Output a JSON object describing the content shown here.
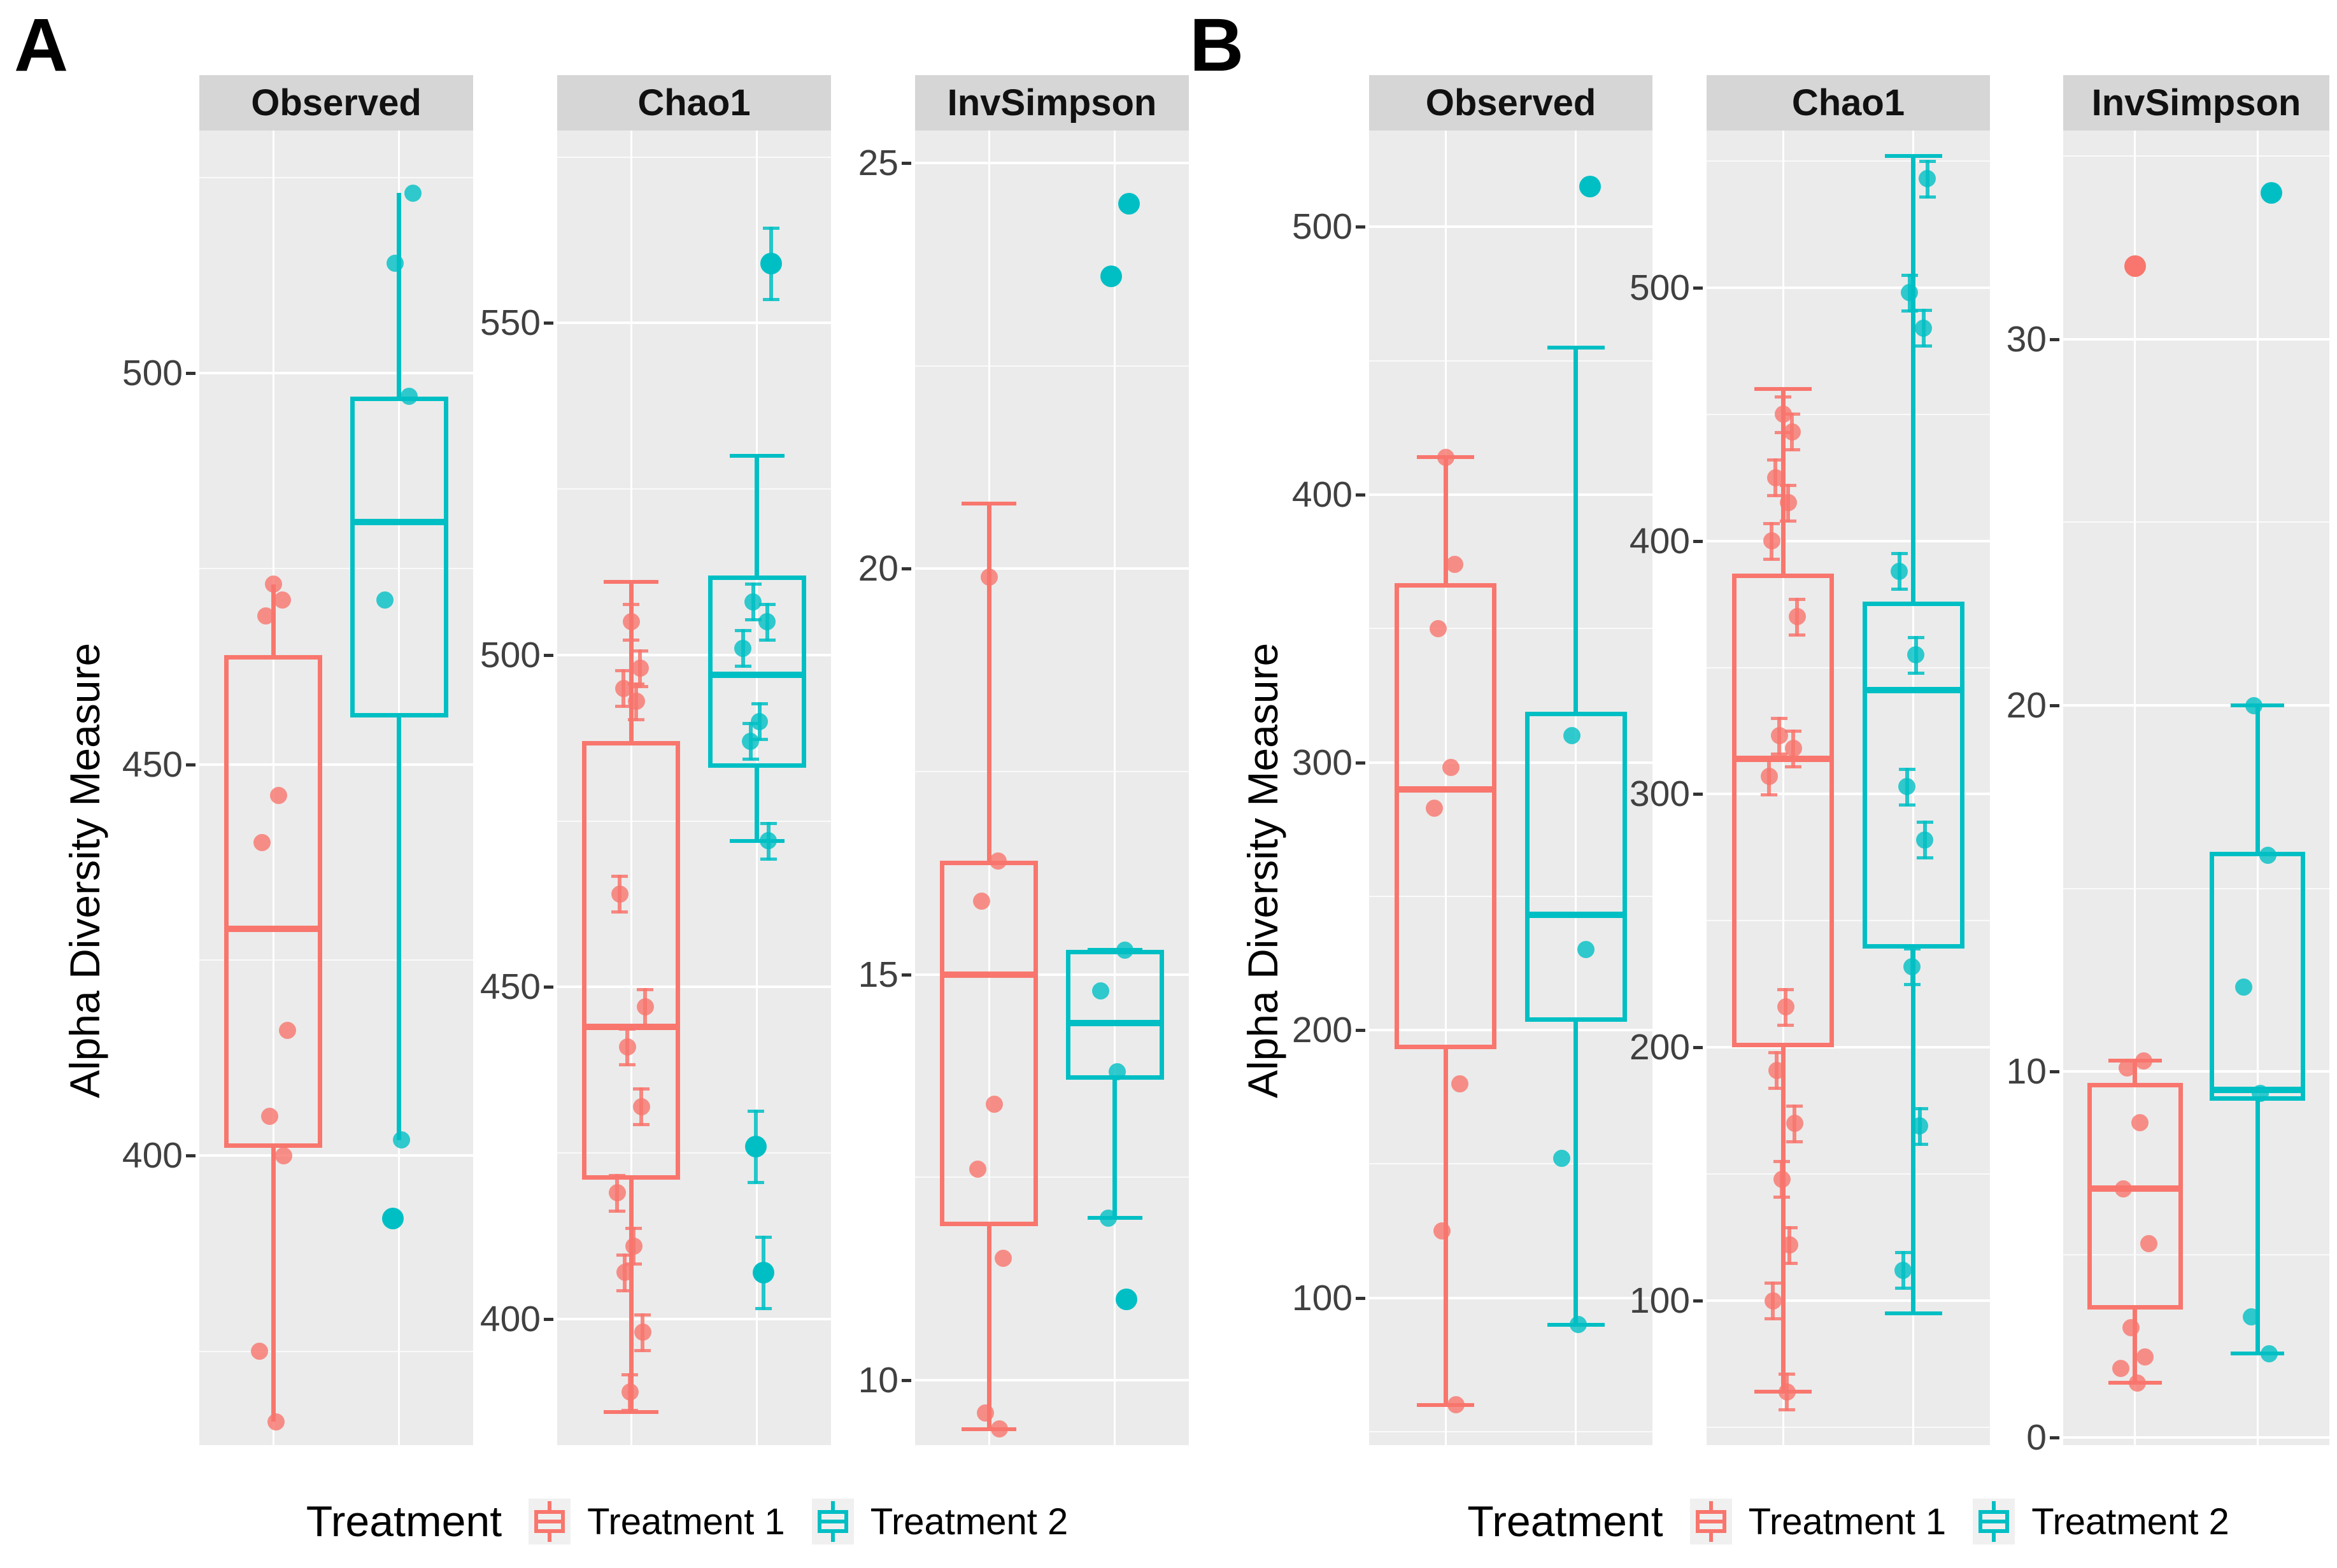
{
  "panels": {
    "a_label": "A",
    "b_label": "B"
  },
  "axis": {
    "y_title": "Alpha Diversity Measure"
  },
  "legend": {
    "title": "Treatment",
    "items": [
      {
        "label": "Treatment 1",
        "color": "#F8766D"
      },
      {
        "label": "Treatment 2",
        "color": "#00BFC4"
      }
    ]
  },
  "colors": {
    "treatment1": "#F8766D",
    "treatment2": "#00BFC4",
    "panel_bg": "#EBEBEB",
    "strip_bg": "#D6D6D6",
    "grid": "#FFFFFF",
    "tick_text": "#404040"
  },
  "chart_data": [
    {
      "type": "boxplot-facets",
      "panel": "A",
      "ylabel": "Alpha Diversity Measure",
      "legend_position": "bottom",
      "grid": true,
      "facets": [
        {
          "title": "Observed",
          "ylim": [
            363,
            531
          ],
          "ticks": [
            400,
            450,
            500
          ],
          "error_bars": false,
          "staples": false,
          "groups": [
            {
              "name": "Treatment 1",
              "color": "#F8766D",
              "box": {
                "q1": 401,
                "median": 429,
                "q3": 464,
                "whisker_low": 366,
                "whisker_high": 473
              },
              "points": [
                473,
                471,
                469,
                446,
                440,
                416,
                405,
                400,
                375,
                366
              ]
            },
            {
              "name": "Treatment 2",
              "color": "#00BFC4",
              "box": {
                "q1": 456,
                "median": 481,
                "q3": 497,
                "whisker_low": 402,
                "whisker_high": 523
              },
              "points": [
                523,
                514,
                497,
                471,
                402,
                392
              ]
            }
          ]
        },
        {
          "title": "Chao1",
          "ylim": [
            381,
            579
          ],
          "ticks": [
            400,
            450,
            500,
            550
          ],
          "error_bars": true,
          "staples": true,
          "groups": [
            {
              "name": "Treatment 1",
              "color": "#F8766D",
              "box": {
                "q1": 421,
                "median": 444,
                "q3": 487,
                "whisker_low": 386,
                "whisker_high": 511
              },
              "points": [
                505,
                498,
                495,
                493,
                464,
                447,
                441,
                432,
                419,
                411,
                407,
                398,
                389
              ]
            },
            {
              "name": "Treatment 2",
              "color": "#00BFC4",
              "box": {
                "q1": 483,
                "median": 497,
                "q3": 512,
                "whisker_low": 472,
                "whisker_high": 530
              },
              "points": [
                559,
                508,
                505,
                501,
                490,
                487,
                472,
                426,
                407
              ]
            }
          ]
        },
        {
          "title": "InvSimpson",
          "ylim": [
            9.2,
            25.4
          ],
          "ticks": [
            10,
            15,
            20,
            25
          ],
          "error_bars": false,
          "staples": true,
          "groups": [
            {
              "name": "Treatment 1",
              "color": "#F8766D",
              "box": {
                "q1": 11.9,
                "median": 15.0,
                "q3": 16.4,
                "whisker_low": 9.4,
                "whisker_high": 20.8
              },
              "points": [
                19.9,
                16.4,
                15.9,
                13.4,
                12.6,
                11.5,
                9.6,
                9.4
              ]
            },
            {
              "name": "Treatment 2",
              "color": "#00BFC4",
              "box": {
                "q1": 13.7,
                "median": 14.4,
                "q3": 15.3,
                "whisker_low": 12.0,
                "whisker_high": 15.3
              },
              "points": [
                24.5,
                23.6,
                15.3,
                14.8,
                13.8,
                12.0,
                11.0
              ]
            }
          ]
        }
      ]
    },
    {
      "type": "boxplot-facets",
      "panel": "B",
      "ylabel": "Alpha Diversity Measure",
      "legend_position": "bottom",
      "grid": true,
      "facets": [
        {
          "title": "Observed",
          "ylim": [
            45,
            536
          ],
          "ticks": [
            100,
            200,
            300,
            400,
            500
          ],
          "error_bars": false,
          "staples": true,
          "groups": [
            {
              "name": "Treatment 1",
              "color": "#F8766D",
              "box": {
                "q1": 193,
                "median": 290,
                "q3": 367,
                "whisker_low": 60,
                "whisker_high": 414
              },
              "points": [
                414,
                374,
                350,
                298,
                283,
                180,
                125,
                60
              ]
            },
            {
              "name": "Treatment 2",
              "color": "#00BFC4",
              "box": {
                "q1": 203,
                "median": 243,
                "q3": 319,
                "whisker_low": 90,
                "whisker_high": 455
              },
              "points": [
                515,
                310,
                230,
                152,
                90
              ]
            }
          ]
        },
        {
          "title": "Chao1",
          "ylim": [
            43,
            562
          ],
          "ticks": [
            100,
            200,
            300,
            400,
            500
          ],
          "error_bars": true,
          "staples": true,
          "groups": [
            {
              "name": "Treatment 1",
              "color": "#F8766D",
              "box": {
                "q1": 200,
                "median": 314,
                "q3": 387,
                "whisker_low": 64,
                "whisker_high": 460
              },
              "points": [
                450,
                443,
                425,
                415,
                400,
                370,
                323,
                318,
                307,
                216,
                191,
                170,
                148,
                122,
                100,
                64
              ]
            },
            {
              "name": "Treatment 2",
              "color": "#00BFC4",
              "box": {
                "q1": 239,
                "median": 341,
                "q3": 376,
                "whisker_low": 95,
                "whisker_high": 552
              },
              "points": [
                543,
                498,
                484,
                388,
                355,
                303,
                282,
                232,
                169,
                112
              ]
            }
          ]
        },
        {
          "title": "InvSimpson",
          "ylim": [
            -0.2,
            35.7
          ],
          "ticks": [
            0,
            10,
            20,
            30
          ],
          "error_bars": false,
          "staples": true,
          "groups": [
            {
              "name": "Treatment 1",
              "color": "#F8766D",
              "box": {
                "q1": 3.5,
                "median": 6.8,
                "q3": 9.7,
                "whisker_low": 1.5,
                "whisker_high": 10.3
              },
              "points": [
                32,
                10.3,
                10.1,
                8.6,
                6.8,
                5.3,
                3.0,
                2.2,
                1.9,
                1.5
              ]
            },
            {
              "name": "Treatment 2",
              "color": "#00BFC4",
              "box": {
                "q1": 9.2,
                "median": 9.5,
                "q3": 16.0,
                "whisker_low": 2.3,
                "whisker_high": 20.0
              },
              "points": [
                34,
                20,
                15.9,
                12.3,
                9.4,
                3.3,
                2.3
              ]
            }
          ]
        }
      ]
    }
  ]
}
